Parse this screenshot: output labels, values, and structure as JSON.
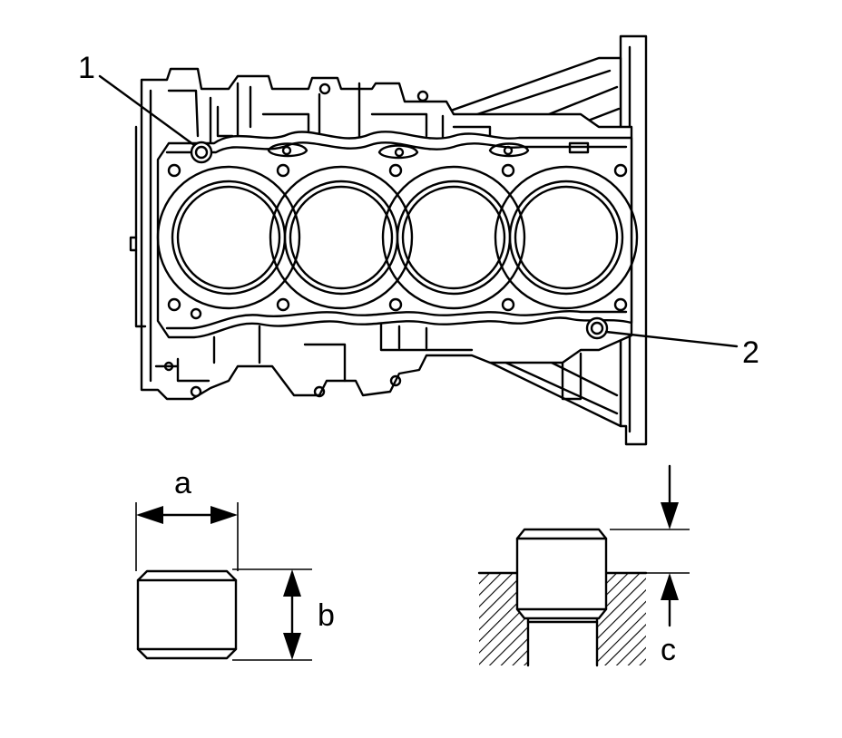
{
  "callouts": {
    "one": "1",
    "two": "2"
  },
  "dimensions": {
    "a": "a",
    "b": "b",
    "c": "c"
  }
}
